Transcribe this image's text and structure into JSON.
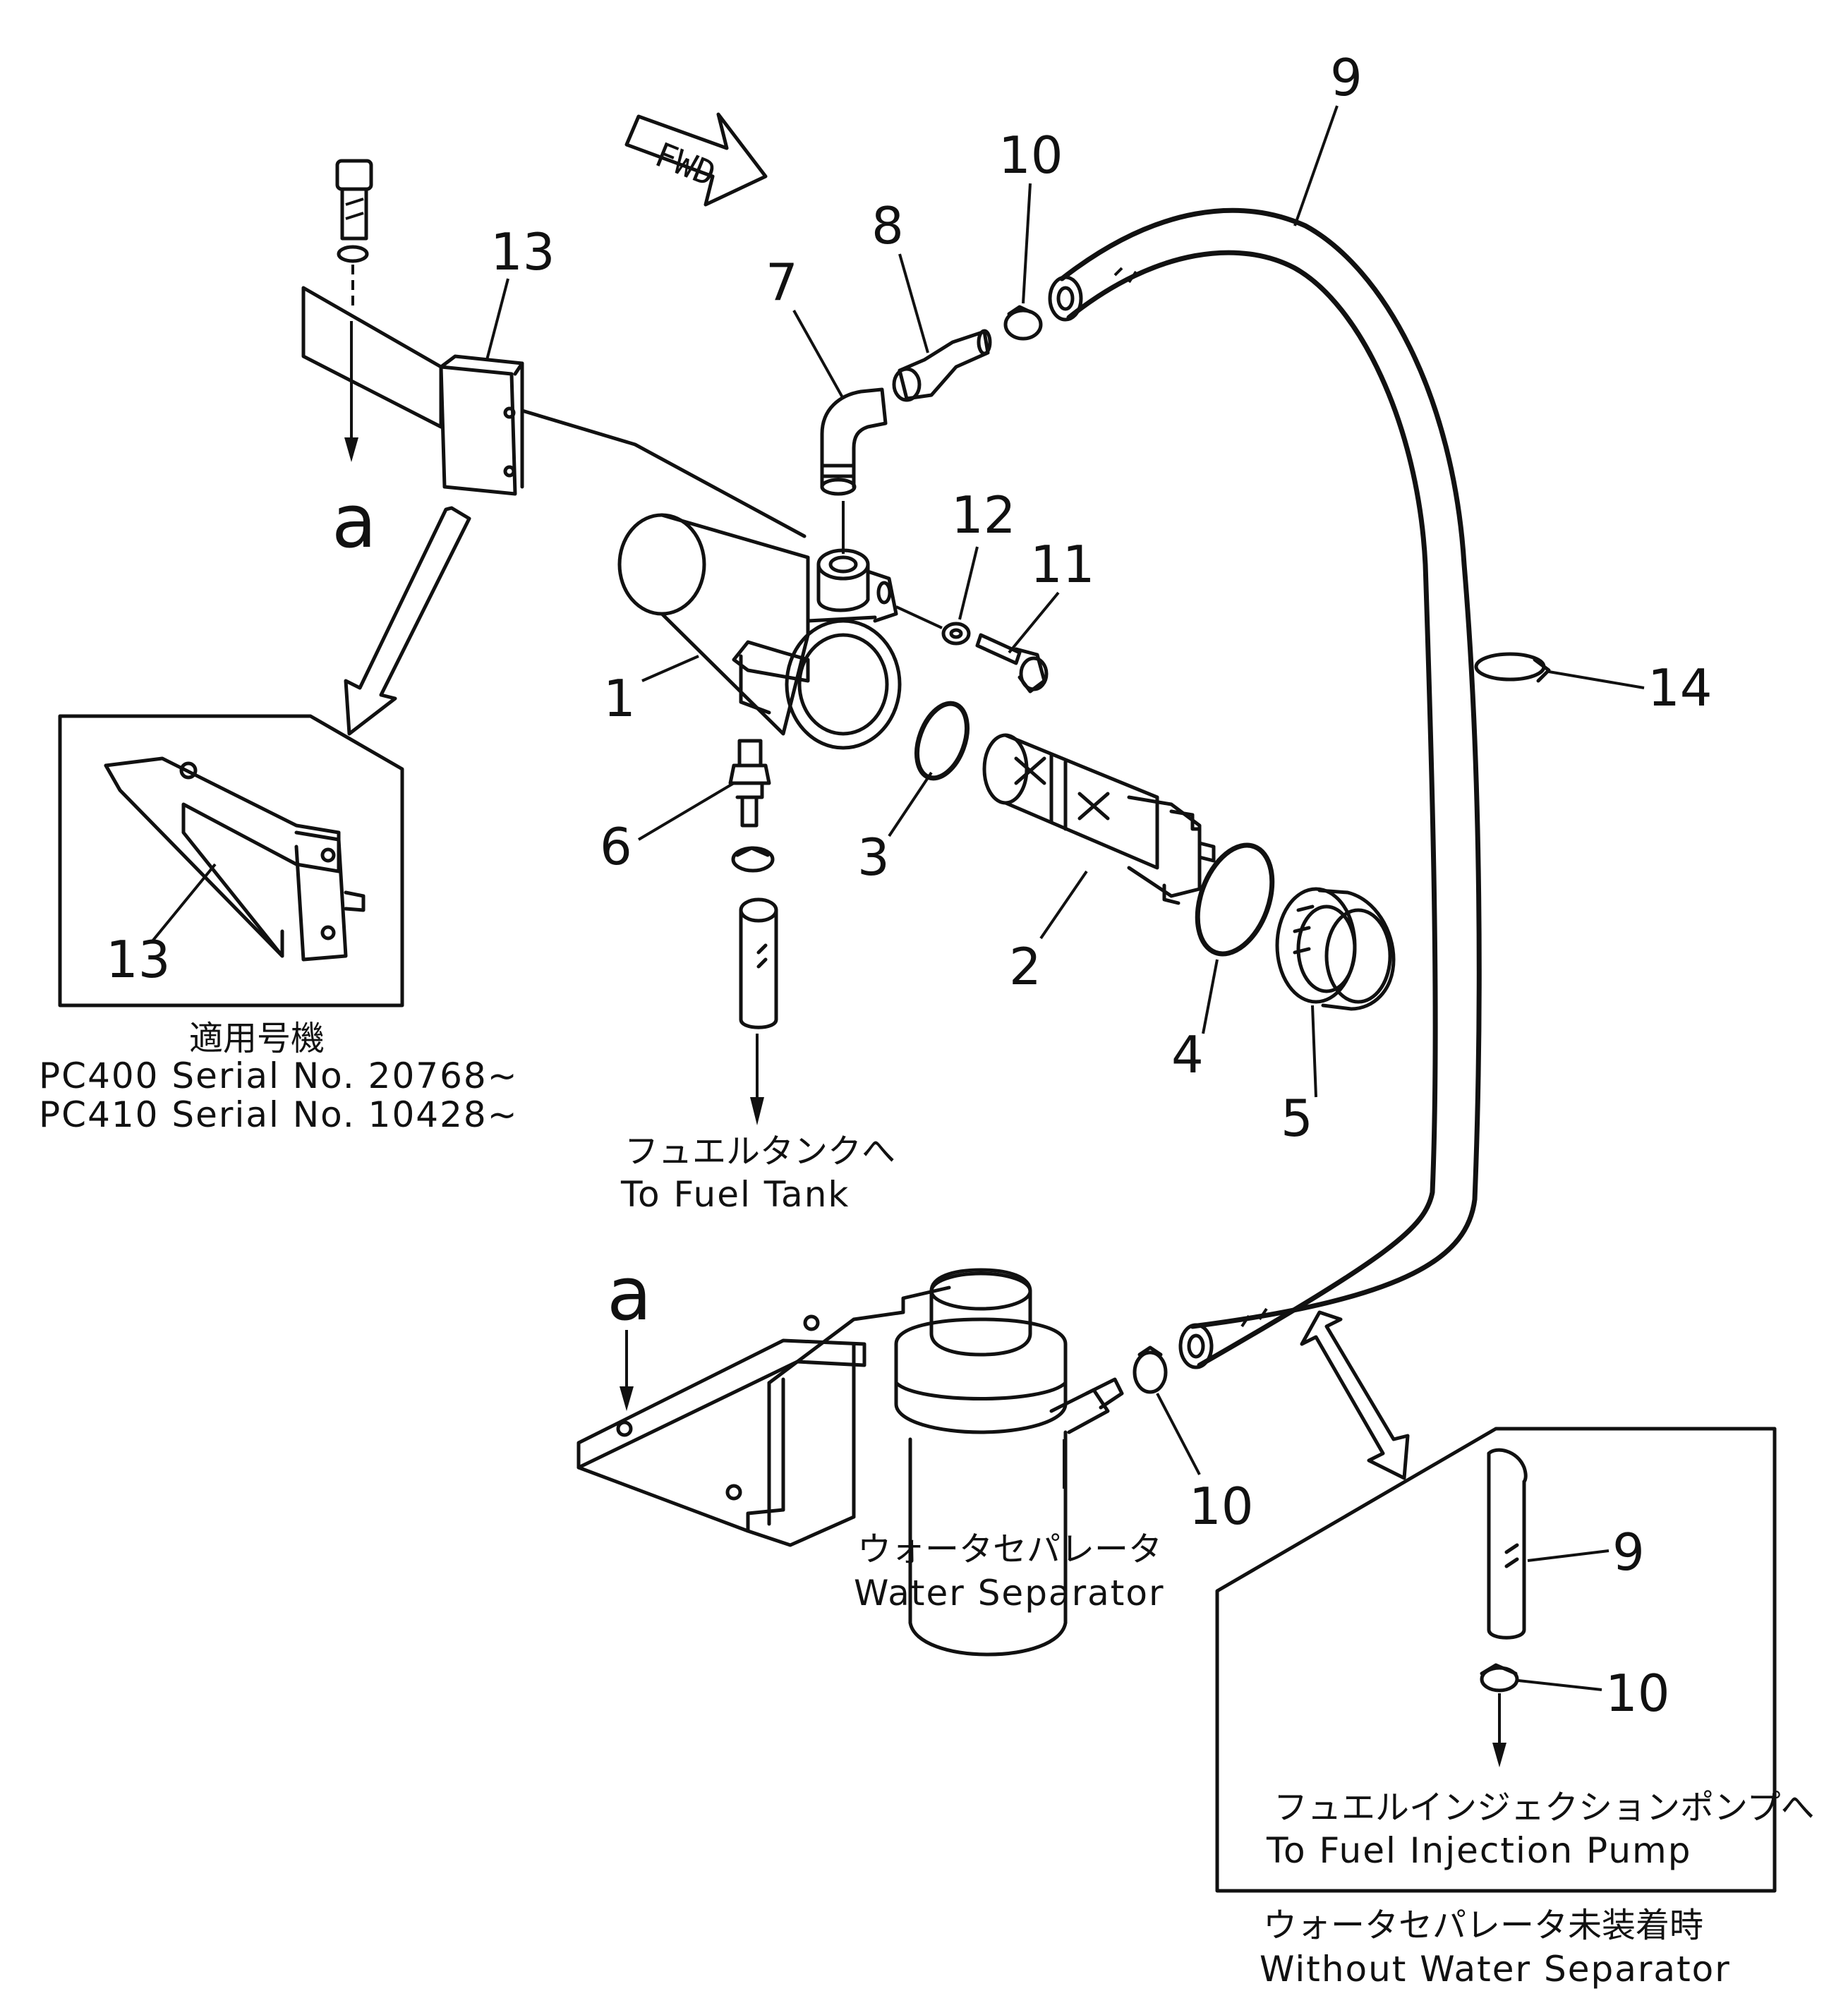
{
  "diagram": {
    "fwd_label": "FWD",
    "callouts": {
      "n1": "1",
      "n2": "2",
      "n3": "3",
      "n4": "4",
      "n5": "5",
      "n6": "6",
      "n7": "7",
      "n8": "8",
      "n9_top": "9",
      "n10_top": "10",
      "n11": "11",
      "n12": "12",
      "n13_top": "13",
      "n13_inset": "13",
      "n14": "14",
      "n10_mid": "10",
      "n9_inset": "9",
      "n10_inset": "10"
    },
    "ref_a_top": "a",
    "ref_a_bottom": "a",
    "applicable_heading": "適用号機",
    "serial_line_1": "PC400  Serial  No.  20768~",
    "serial_line_2": "PC410  Serial  No.  10428~",
    "fuel_tank_jp": "フュエルタンクへ",
    "fuel_tank_en": "To  Fuel  Tank",
    "water_sep_jp": "ウォータセパレータ",
    "water_sep_en": "Water  Separator",
    "injection_jp": "フュエルインジェクションポンプへ",
    "injection_en": "To  Fuel  Injection  Pump",
    "without_jp": "ウォータセパレータ未装着時",
    "without_en": "Without  Water  Separator"
  }
}
